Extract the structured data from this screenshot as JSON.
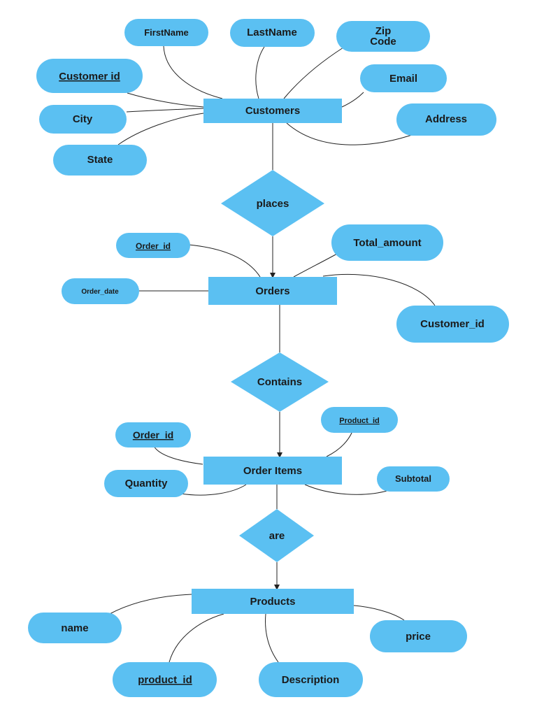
{
  "colors": {
    "shape_fill": "#5BC0F2",
    "line": "#222222",
    "text": "#1a1a1a",
    "background": "#ffffff"
  },
  "entities": {
    "customers": "Customers",
    "orders": "Orders",
    "order_items": "Order Items",
    "products": "Products"
  },
  "relationships": {
    "places": "places",
    "contains": "Contains",
    "are": "are"
  },
  "attributes": {
    "customers": {
      "first_name": "FirstName",
      "last_name": "LastName",
      "zip_code_line1": "Zip",
      "zip_code_line2": "Code",
      "customer_id": "Customer id",
      "email": "Email",
      "city": "City",
      "address": "Address",
      "state": "State"
    },
    "orders": {
      "order_id": "Order_id",
      "total_amount": "Total_amount",
      "order_date": "Order_date",
      "customer_id": "Customer_id"
    },
    "order_items": {
      "order_id": "Order_id",
      "product_id": "Product_id",
      "quantity": "Quantity",
      "subtotal": "Subtotal"
    },
    "products": {
      "name": "name",
      "price": "price",
      "product_id": "product_id",
      "description": "Description"
    }
  }
}
